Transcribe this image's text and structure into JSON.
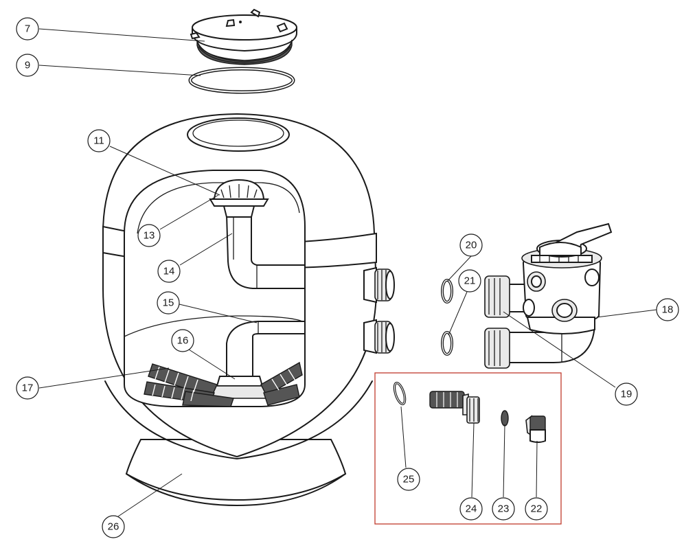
{
  "diagram": {
    "type": "exploded-parts-diagram",
    "accent_color": "#c0392b",
    "callouts": [
      {
        "id": "c7",
        "label": "7",
        "part": "lid"
      },
      {
        "id": "c9",
        "label": "9",
        "part": "lid-o-ring"
      },
      {
        "id": "c11",
        "label": "11",
        "part": "top-diffuser-head"
      },
      {
        "id": "c13",
        "label": "13",
        "part": "top-diffuser-clamp"
      },
      {
        "id": "c14",
        "label": "14",
        "part": "upper-pipe"
      },
      {
        "id": "c15",
        "label": "15",
        "part": "lower-pipe"
      },
      {
        "id": "c16",
        "label": "16",
        "part": "lateral-hub"
      },
      {
        "id": "c17",
        "label": "17",
        "part": "laterals"
      },
      {
        "id": "c18",
        "label": "18",
        "part": "multiport-valve"
      },
      {
        "id": "c19",
        "label": "19",
        "part": "valve-connection-pipes"
      },
      {
        "id": "c20",
        "label": "20",
        "part": "o-ring-upper"
      },
      {
        "id": "c21",
        "label": "21",
        "part": "o-ring-lower"
      },
      {
        "id": "c22",
        "label": "22",
        "part": "drain-cap"
      },
      {
        "id": "c23",
        "label": "23",
        "part": "drain-cap-gasket"
      },
      {
        "id": "c24",
        "label": "24",
        "part": "drain-body"
      },
      {
        "id": "c25",
        "label": "25",
        "part": "drain-gasket"
      },
      {
        "id": "c26",
        "label": "26",
        "part": "base"
      }
    ]
  }
}
